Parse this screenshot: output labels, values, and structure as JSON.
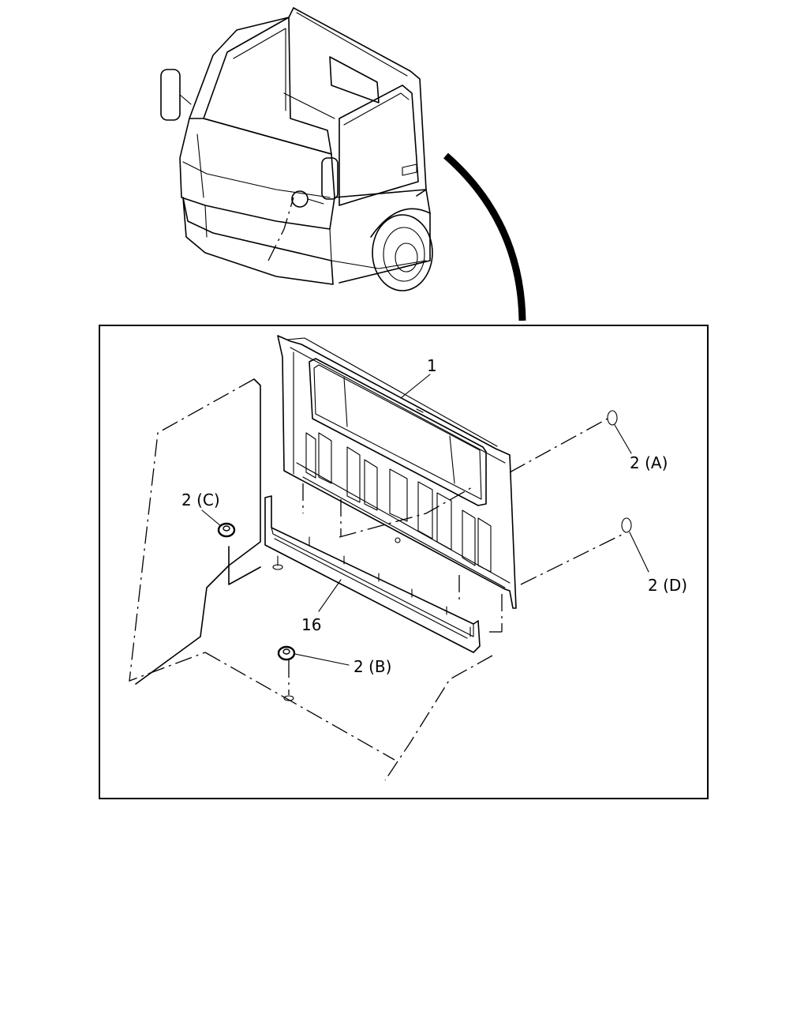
{
  "callouts": [
    {
      "id": "callout-1",
      "text": "1"
    },
    {
      "id": "callout-2a",
      "text": "2 (A)"
    },
    {
      "id": "callout-2c",
      "text": "2 (C)"
    },
    {
      "id": "callout-2d",
      "text": "2 (D)"
    },
    {
      "id": "callout-16",
      "text": "16"
    },
    {
      "id": "callout-2b",
      "text": "2 (B)"
    }
  ]
}
